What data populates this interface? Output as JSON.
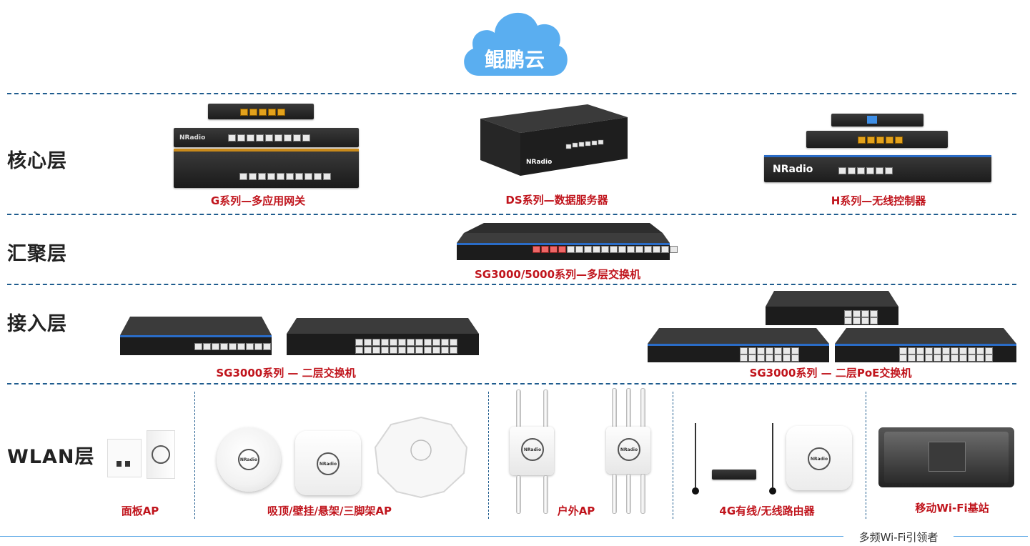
{
  "cloud": {
    "label": "鲲鹏云"
  },
  "layers": {
    "core": "核心层",
    "aggregation": "汇聚层",
    "access": "接入层",
    "wlan": "WLAN层"
  },
  "captions": {
    "g_series": "G系列—多应用网关",
    "ds_series": "DS系列—数据服务器",
    "h_series": "H系列—无线控制器",
    "sg_multilayer": "SG3000/5000系列—多层交换机",
    "sg_l2": "SG3000系列 — 二层交换机",
    "sg_l2_poe": "SG3000系列 — 二层PoE交换机",
    "panel_ap": "面板AP",
    "ceiling_ap": "吸顶/壁挂/悬架/三脚架AP",
    "outdoor_ap": "户外AP",
    "router_4g": "4G有线/无线路由器",
    "mobile_base": "移动Wi-Fi基站"
  },
  "brand": {
    "logo_text": "NRadio"
  },
  "footer": {
    "slogan": "多频Wi-Fi引领者"
  },
  "colors": {
    "divider": "#1f5c8e",
    "caption": "#c0141c",
    "cloud": "#5aaef0",
    "footer_line": "#5aa7e6"
  }
}
